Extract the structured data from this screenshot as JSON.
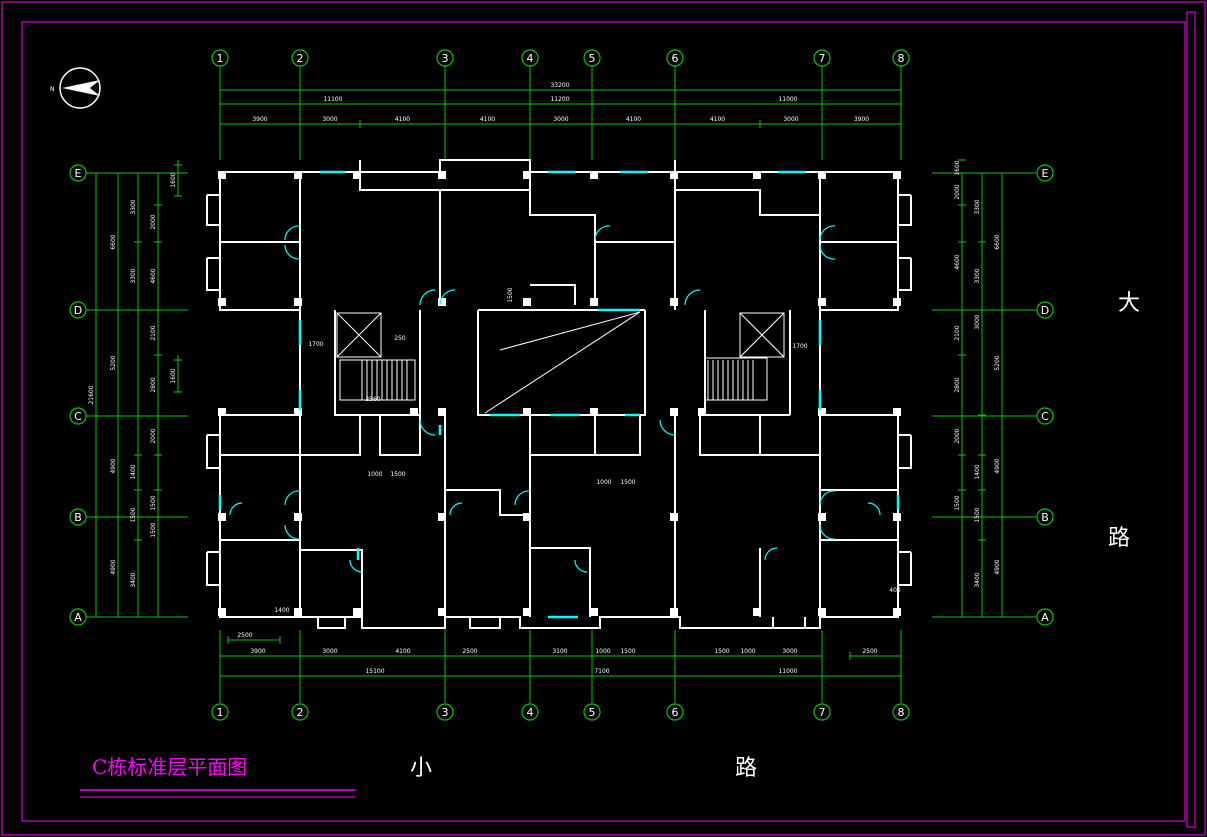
{
  "drawing": {
    "title": "C栋标准层平面图",
    "road_east": [
      "大",
      "路"
    ],
    "road_south": [
      "小",
      "路"
    ]
  },
  "axes": {
    "columns": [
      "1",
      "2",
      "3",
      "4",
      "5",
      "6",
      "7",
      "8"
    ],
    "rows": [
      "E",
      "D",
      "C",
      "B",
      "A"
    ]
  },
  "dimensions": {
    "top_total": "33200",
    "top_mid_left": "11100",
    "top_mid_center": "11200",
    "top_mid_right": "11000",
    "top_spans": [
      "3900",
      "3000",
      "4100",
      "4100",
      "3000",
      "4100",
      "4100",
      "3000",
      "3900"
    ],
    "bottom_spans": [
      "3900",
      "3000",
      "4100",
      "2500",
      "3100",
      "1000",
      "1500",
      "1500",
      "1000",
      "3000",
      "2500"
    ],
    "bottom_extra": "2500",
    "bottom_totals": [
      "15100",
      "7100",
      "11000"
    ],
    "left_outer": "21600",
    "left_mid": [
      "6600",
      "5200",
      "4900",
      "4900"
    ],
    "left_inner": [
      "3300",
      "3300",
      "1400",
      "1500",
      "3400"
    ],
    "left_innermost": [
      "2000",
      "4600",
      "2100",
      "2800",
      "2000",
      "1500",
      "1500"
    ],
    "right_mid": [
      "6600",
      "5200",
      "4900",
      "4900"
    ],
    "right_inner": [
      "3300",
      "3300",
      "3000",
      "1400",
      "1500",
      "3400"
    ],
    "right_innermost": [
      "1600",
      "2000",
      "4600",
      "2100",
      "2800",
      "2000",
      "1500"
    ],
    "small": [
      "1600",
      "1600",
      "250",
      "1700",
      "1700",
      "2560",
      "1500",
      "1000",
      "1500",
      "1000",
      "1500",
      "1400",
      "400"
    ]
  }
}
